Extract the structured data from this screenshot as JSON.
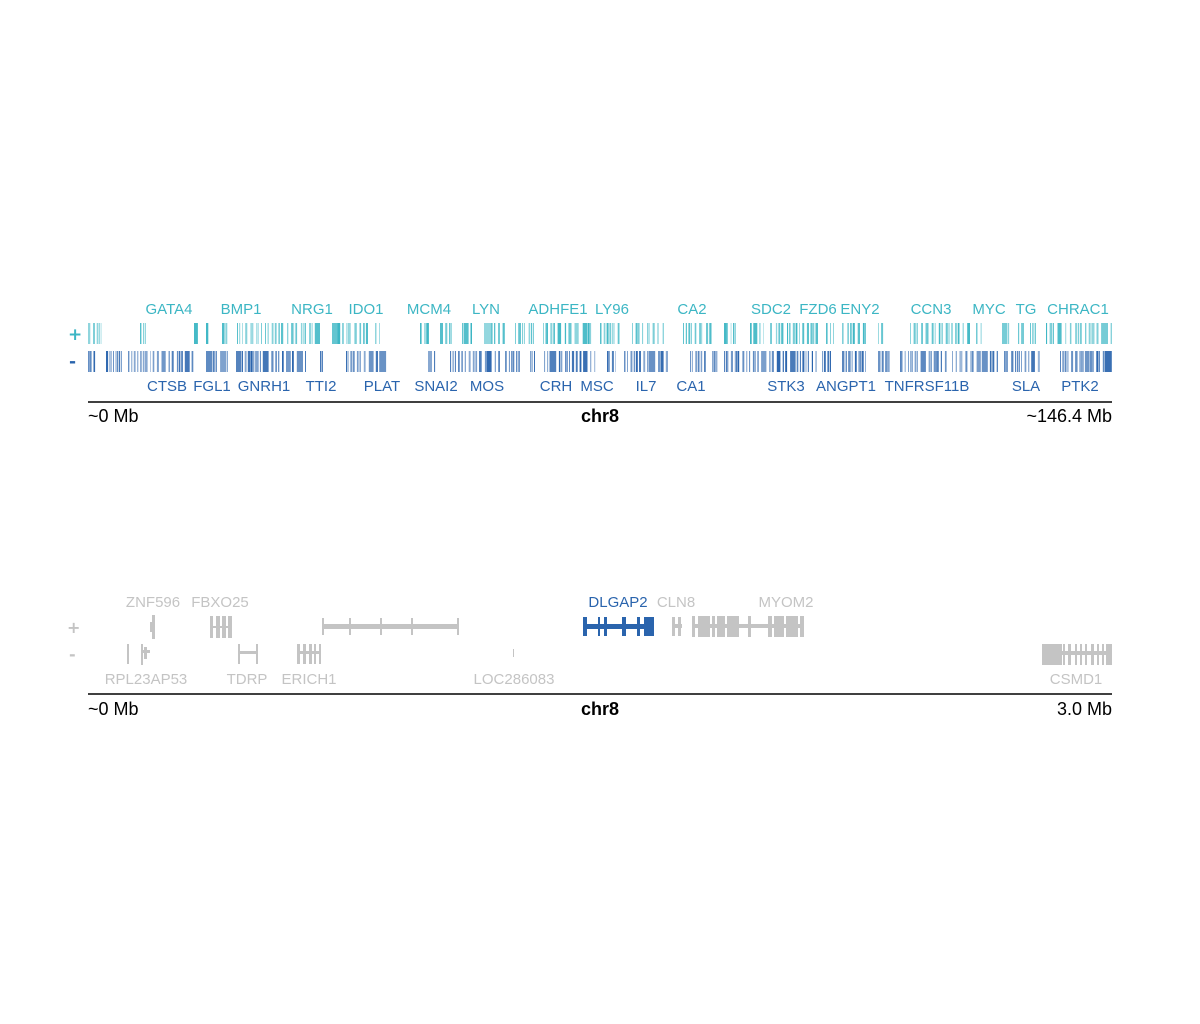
{
  "colors": {
    "plus_strand": "#3cb6c4",
    "minus_strand": "#2a64ad",
    "highlight": "#2a64ad",
    "context_gene": "#c4c4c4",
    "axis": "#000000"
  },
  "overview": {
    "strand_plus": "+",
    "strand_minus": "-",
    "chromosome": "chr8",
    "start_label": "~0 Mb",
    "end_label": "~146.4 Mb",
    "plus_labels": [
      "GATA4",
      "BMP1",
      "NRG1",
      "IDO1",
      "MCM4",
      "LYN",
      "ADHFE1",
      "LY96",
      "CA2",
      "SDC2",
      "FZD6",
      "ENY2",
      "CCN3",
      "MYC",
      "TG",
      "CHRAC1"
    ],
    "minus_labels": [
      "CTSB",
      "FGL1",
      "GNRH1",
      "TTI2",
      "PLAT",
      "SNAI2",
      "MOS",
      "CRH",
      "MSC",
      "IL7",
      "CA1",
      "STK3",
      "ANGPT1",
      "TNFRSF11B",
      "SLA",
      "PTK2"
    ]
  },
  "zoom": {
    "strand_plus": "+",
    "strand_minus": "-",
    "chromosome": "chr8",
    "start_label": "~0 Mb",
    "end_label": "3.0 Mb",
    "highlighted_gene": "DLGAP2",
    "plus_labels": [
      "ZNF596",
      "FBXO25",
      "DLGAP2",
      "CLN8",
      "MYOM2"
    ],
    "minus_labels": [
      "RPL23AP53",
      "TDRP",
      "ERICH1",
      "LOC286083",
      "CSMD1"
    ]
  }
}
